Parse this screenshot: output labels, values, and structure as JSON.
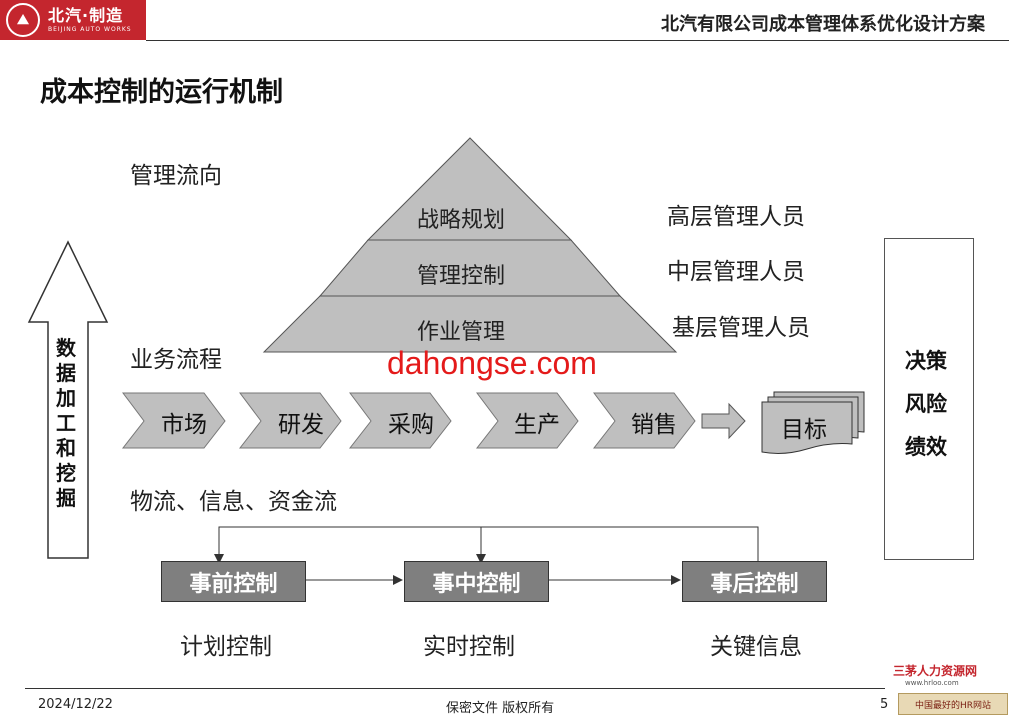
{
  "header": {
    "logo_cn": "北汽·制造",
    "logo_en": "BEIJING AUTO WORKS",
    "doc_title": "北汽有限公司成本管理体系优化设计方案"
  },
  "page_title": "成本控制的运行机制",
  "labels": {
    "management_flow": "管理流向",
    "business_flow": "业务流程",
    "material_flow": "物流、信息、资金流"
  },
  "pyramid": {
    "levels": [
      "战略规划",
      "管理控制",
      "作业管理"
    ],
    "roles": [
      "高层管理人员",
      "中层管理人员",
      "基层管理人员"
    ]
  },
  "watermark": "dahongse.com",
  "process_steps": [
    "市场",
    "研发",
    "采购",
    "生产",
    "销售"
  ],
  "target_label": "目标",
  "data_processing_label": "数据加工和挖掘",
  "right_panel": [
    "决策",
    "风险",
    "绩效"
  ],
  "controls": {
    "boxes": [
      "事前控制",
      "事中控制",
      "事后控制"
    ],
    "captions": [
      "计划控制",
      "实时控制",
      "关键信息"
    ]
  },
  "footer": {
    "date": "2024/12/22",
    "confidential": "保密文件  版权所有",
    "page_number": "5"
  },
  "hr_logo": {
    "name": "三茅人力资源网",
    "url": "www.hrloo.com",
    "tagline": "中国最好的HR网站"
  },
  "colors": {
    "brand_red": "#c4262e",
    "pyramid_fill": "#bfbfbf",
    "chevron_fill": "#bfbfbf",
    "control_box_fill": "#7f7f7f",
    "watermark": "#e41a1a"
  }
}
